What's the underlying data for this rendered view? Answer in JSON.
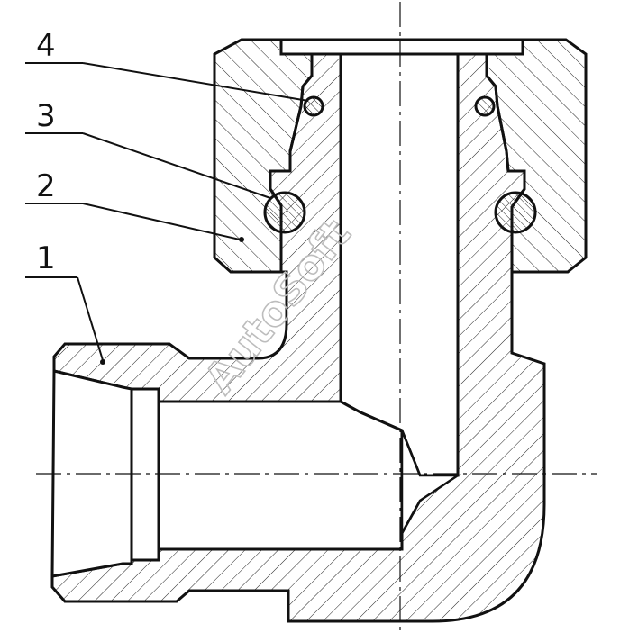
{
  "callouts": [
    {
      "label": "4"
    },
    {
      "label": "3"
    },
    {
      "label": "2"
    },
    {
      "label": "1"
    }
  ],
  "watermark": "AutoSoft"
}
